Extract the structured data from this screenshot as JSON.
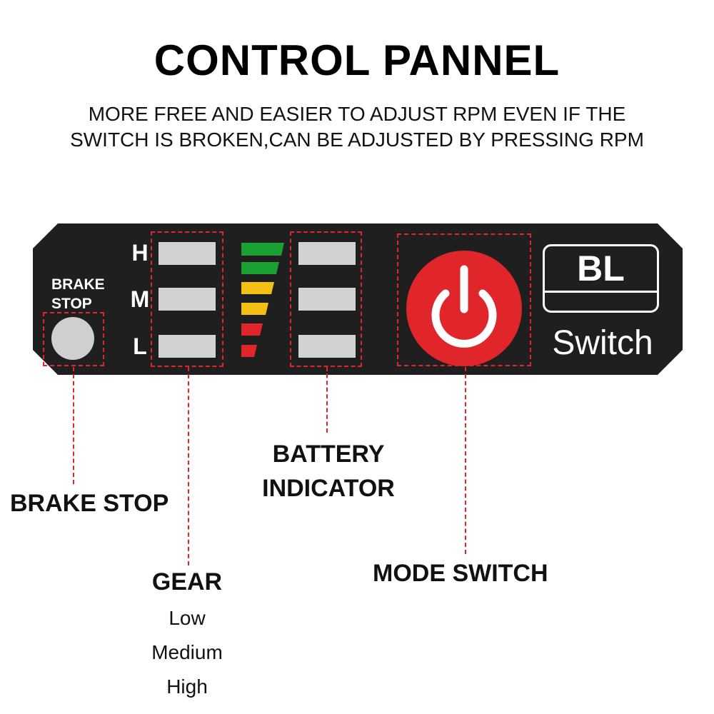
{
  "header": {
    "title": "CONTROL PANNEL",
    "subtitle_line1": "MORE FREE AND EASIER TO ADJUST RPM EVEN IF THE",
    "subtitle_line2": "SWITCH IS BROKEN,CAN BE ADJUSTED BY PRESSING RPM"
  },
  "panel": {
    "brake_label_line1": "BRAKE",
    "brake_label_line2": "STOP",
    "gear_letters": [
      "H",
      "M",
      "L"
    ],
    "battery_colors": [
      "#1aa033",
      "#1aa033",
      "#f2c114",
      "#f2c114",
      "#e0262b",
      "#e0262b"
    ],
    "power_icon": "power-icon",
    "bl_label": "BL",
    "switch_label": "Switch",
    "accent_color": "#e0262b",
    "panel_color": "#1f1f1f"
  },
  "callouts": {
    "brake_stop": "BRAKE STOP",
    "battery_line1": "BATTERY",
    "battery_line2": "INDICATOR",
    "mode_switch": "MODE SWITCH",
    "gear": "GEAR",
    "gear_levels": [
      "Low",
      "Medium",
      "High"
    ]
  }
}
